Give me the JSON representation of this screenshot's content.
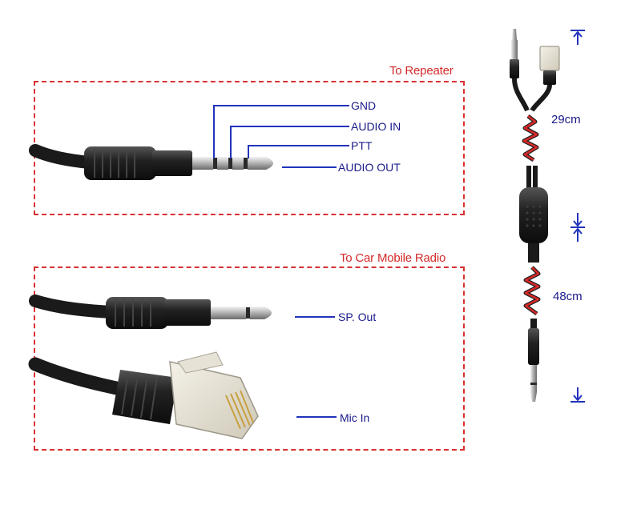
{
  "repeater": {
    "title": "To Repeater",
    "pins": {
      "gnd": "GND",
      "audio_in": "AUDIO IN",
      "ptt": "PTT",
      "audio_out": "AUDIO OUT"
    }
  },
  "mobile": {
    "title": "To Car Mobile Radio",
    "sp_out": "SP. Out",
    "mic_in": "Mic In"
  },
  "lengths": {
    "upper": "29cm",
    "lower": "48cm"
  },
  "colors": {
    "box_border": "#d93030",
    "title": "#d42a2a",
    "label": "#1a1a8c",
    "leader": "#2233bb"
  }
}
